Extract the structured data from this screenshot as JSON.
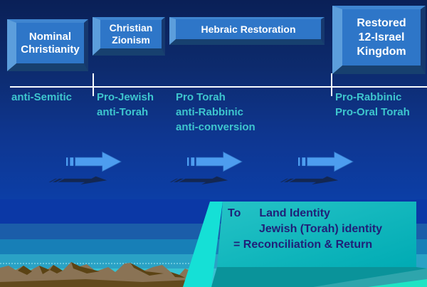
{
  "stages": [
    {
      "title_lines": [
        "Nominal",
        "Christianity"
      ],
      "attributes": [
        "anti-Semitic"
      ]
    },
    {
      "title_lines": [
        "Christian",
        "Zionism"
      ],
      "attributes": [
        "Pro-Jewish",
        "anti-Torah"
      ]
    },
    {
      "title_lines": [
        "Hebraic Restoration"
      ],
      "attributes": [
        "Pro Torah",
        "anti-Rabbinic",
        "anti-conversion"
      ]
    },
    {
      "title_lines": [
        "Restored",
        "12-Israel",
        "Kingdom"
      ],
      "attributes": [
        "Pro-Rabbinic",
        "Pro-Oral Torah"
      ]
    }
  ],
  "callout": {
    "to_label": "To",
    "line1": "Land Identity",
    "line2": "Jewish (Torah) identity",
    "line3": "= Reconciliation & Return"
  },
  "icons": {
    "arrows": "striped-right-arrow-icon",
    "mountains": "mountain-silhouette"
  },
  "colors": {
    "stage_box_face": "#2E76C8",
    "stage_box_bevel_light": "#5C9EDC",
    "stage_box_bevel_dark": "#17406F",
    "arrow_blue": "#4D9DEF",
    "attribute_text": "#3EC6CE",
    "timeline": "#FFFFFF",
    "callout_face": "#00B2BA",
    "callout_edge_bright": "#15E0D6",
    "callout_text": "#202078",
    "mountains_brown": "#8A7355"
  }
}
